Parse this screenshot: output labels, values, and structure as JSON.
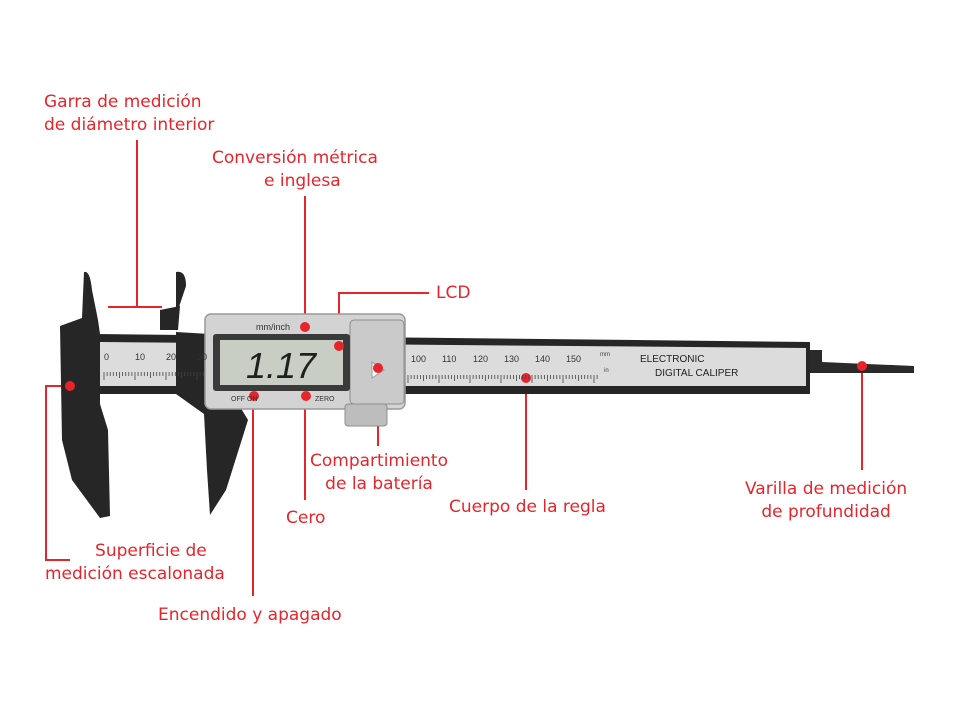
{
  "labels": {
    "inner_jaw": [
      "Garra de medición",
      "de diámetro interior"
    ],
    "conversion": [
      "Conversión métrica",
      "e inglesa"
    ],
    "lcd": [
      "LCD"
    ],
    "battery": [
      "Compartimiento",
      "de la batería"
    ],
    "ruler_body": [
      "Cuerpo de la regla"
    ],
    "depth_rod": [
      "Varilla de medición",
      "de profundidad"
    ],
    "step_surface": [
      "Superficie de",
      "medición escalonada"
    ],
    "zero": [
      "Cero"
    ],
    "power": [
      "Encendido y apagado"
    ]
  },
  "device": {
    "display_value": "1.17",
    "unit_button_label": "mm/inch",
    "off_on_label": "OFF ON",
    "zero_label": "ZERO",
    "brand_line1": "ELECTRONIC",
    "brand_line2": "DIGITAL CALIPER",
    "scale_unit_mm": "mm",
    "scale_unit_in": "in",
    "scale_left_numbers": [
      "0",
      "10",
      "20",
      "30"
    ],
    "scale_right_numbers": [
      "100",
      "110",
      "120",
      "130",
      "140",
      "150"
    ]
  },
  "colors": {
    "accent": "#e8242b",
    "body": "#262626",
    "ruler": "#dcdcdc",
    "slider": "#d3d3d3",
    "lcd_screen": "#c8cec3"
  }
}
